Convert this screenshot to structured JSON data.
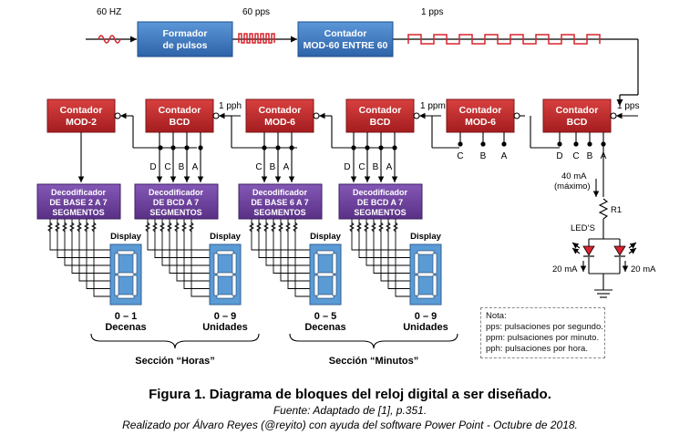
{
  "signals": {
    "input_60hz": "60 HZ",
    "pps_60": "60 pps",
    "pps_1": "1 pps",
    "pps_1_right": "1 pps",
    "ppm_1": "1 ppm",
    "pph_1": "1 pph"
  },
  "blocks": {
    "formador": [
      "Formador",
      "de pulsos"
    ],
    "contador_mod60": [
      "Contador",
      "MOD-60 ENTRE 60"
    ],
    "contador_mod2": [
      "Contador",
      "MOD-2"
    ],
    "contador_bcd_horas": [
      "Contador",
      "BCD"
    ],
    "contador_mod6_horas": [
      "Contador",
      "MOD-6"
    ],
    "contador_bcd_minutos": [
      "Contador",
      "BCD"
    ],
    "contador_mod6_segundos": [
      "Contador",
      "MOD-6"
    ],
    "contador_bcd_segundos": [
      "Contador",
      "BCD"
    ]
  },
  "decoders": {
    "dec1": [
      "Decodificador",
      "DE BASE 2 A 7",
      "SEGMENTOS"
    ],
    "dec2": [
      "Decodificador",
      "DE BCD A 7",
      "SEGMENTOS"
    ],
    "dec3": [
      "Decodificador",
      "DE BASE 6 A 7",
      "SEGMENTOS"
    ],
    "dec4": [
      "Decodificador",
      "DE BCD A 7",
      "SEGMENTOS"
    ]
  },
  "display_label": "Display",
  "digits": [
    {
      "range": "0 – 1",
      "name": "Decenas"
    },
    {
      "range": "0 – 9",
      "name": "Unidades"
    },
    {
      "range": "0 – 5",
      "name": "Decenas"
    },
    {
      "range": "0 – 9",
      "name": "Unidades"
    }
  ],
  "sections": {
    "horas": "Sección “Horas”",
    "minutos": "Sección “Minutos”"
  },
  "pins": {
    "d": "D",
    "c": "C",
    "b": "B",
    "a": "A"
  },
  "led": {
    "current_total": "40 mA",
    "current_total_note": "(máximo)",
    "resistor": "R1",
    "leds_label": "LED’S",
    "current_left": "20 mA",
    "current_right": "20 mA"
  },
  "note": {
    "title": "Nota:",
    "lines": [
      "pps:  pulsaciones por segundo.",
      "ppm: pulsaciones por minuto.",
      "pph: pulsaciones por hora."
    ]
  },
  "caption": {
    "title": "Figura 1. Diagrama de bloques del reloj digital a ser diseñado.",
    "source": "Fuente:  Adaptado de [1], p.351.",
    "credit": "Realizado por Álvaro Reyes (@reyito) con ayuda del software Power Point - Octubre de 2018."
  },
  "colors": {
    "blue_block": "#3a78c2",
    "red_block": "#c0282a",
    "purple_block": "#6a3d9a",
    "display": "#5b9bd5",
    "wave": "#d9232d"
  }
}
